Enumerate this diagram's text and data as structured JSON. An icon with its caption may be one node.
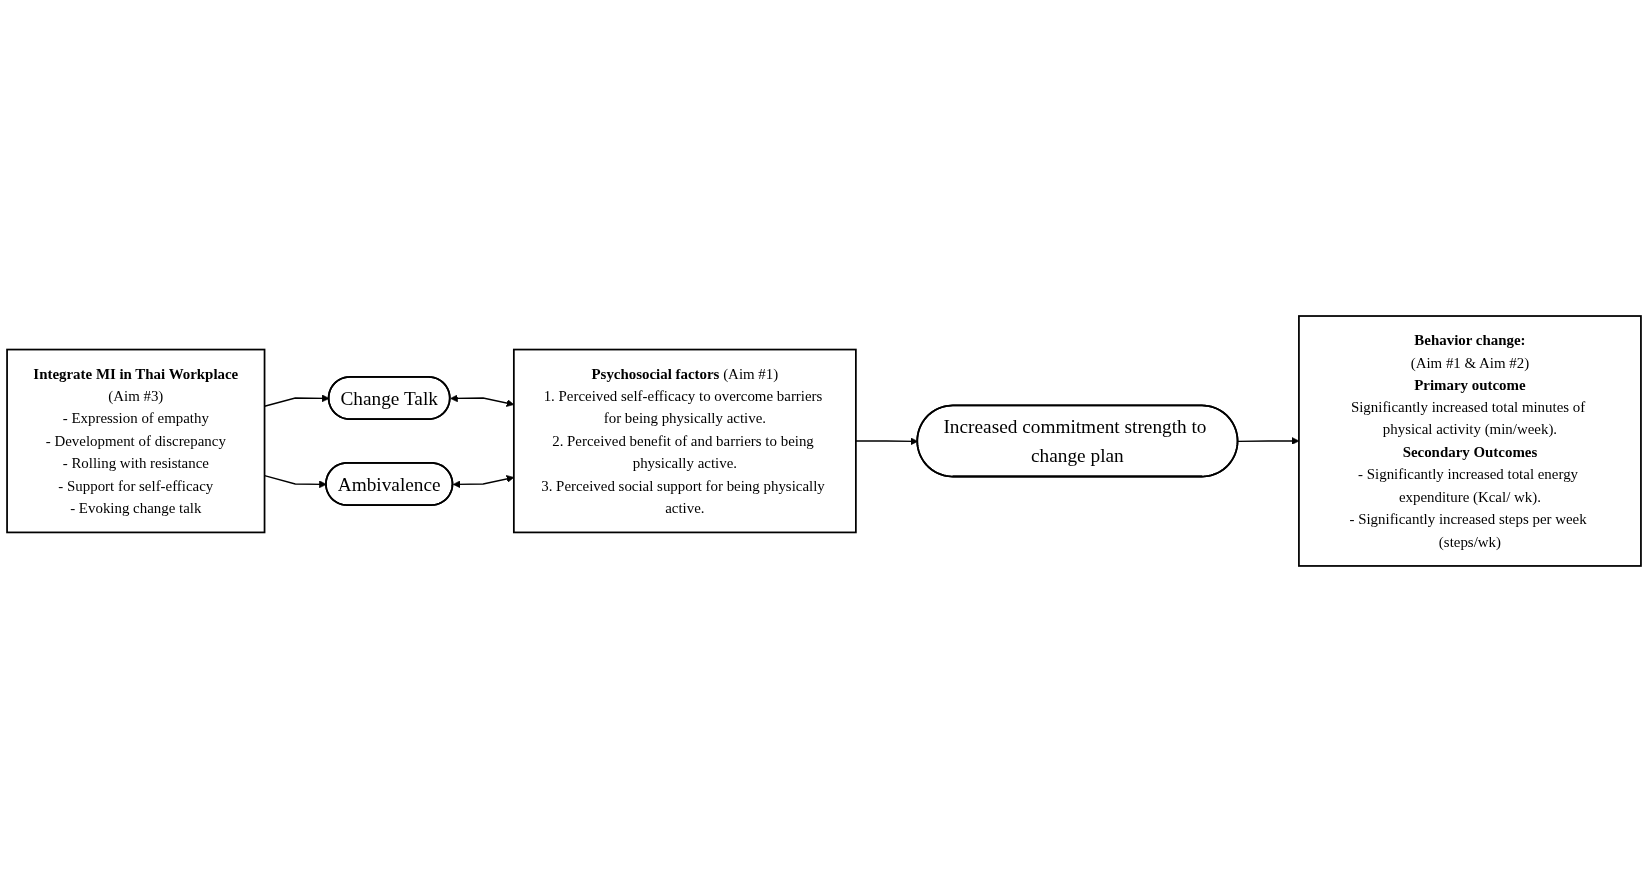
{
  "diagram": {
    "nodes": [
      {
        "text": [
          "**Integrate MI in Thai Workplace**",
          "(Aim #3)",
          "- Expression of empathy",
          "- Development of discrepancy",
          "- Rolling with resistance",
          "- Support for self-efficacy",
          "- Evoking change talk"
        ]
      },
      {
        "text": [
          "Change Talk"
        ]
      },
      {
        "text": [
          "Ambivalence"
        ]
      },
      {
        "text": [
          "**Psychosocial factors** (Aim #1)",
          "1. Perceived self-efficacy to overcome barriers for being physically active.",
          "2. Perceived benefit of and barriers to being physically active.",
          "3. Perceived social support for being physically active."
        ]
      },
      {
        "text": [
          "Increased commitment strength to change plan"
        ]
      },
      {
        "text": [
          "**Behavior change:**",
          "(Aim #1 & Aim #2)",
          "**Primary outcome**",
          "Significantly increased total minutes of physical activity (min/week).",
          "**Secondary Outcomes**",
          "- Significantly increased total energy expenditure (Kcal/ wk).",
          "- Significantly increased steps per week (steps/wk)"
        ]
      }
    ],
    "edges": [
      {
        "from": 0,
        "to": 1,
        "arrow": "to"
      },
      {
        "from": 0,
        "to": 2,
        "arrow": "to"
      },
      {
        "from": 1,
        "to": 3,
        "arrow": "both"
      },
      {
        "from": 2,
        "to": 3,
        "arrow": "both"
      },
      {
        "from": 3,
        "to": 4,
        "arrow": "to"
      },
      {
        "from": 4,
        "to": 5,
        "arrow": "to"
      }
    ]
  }
}
